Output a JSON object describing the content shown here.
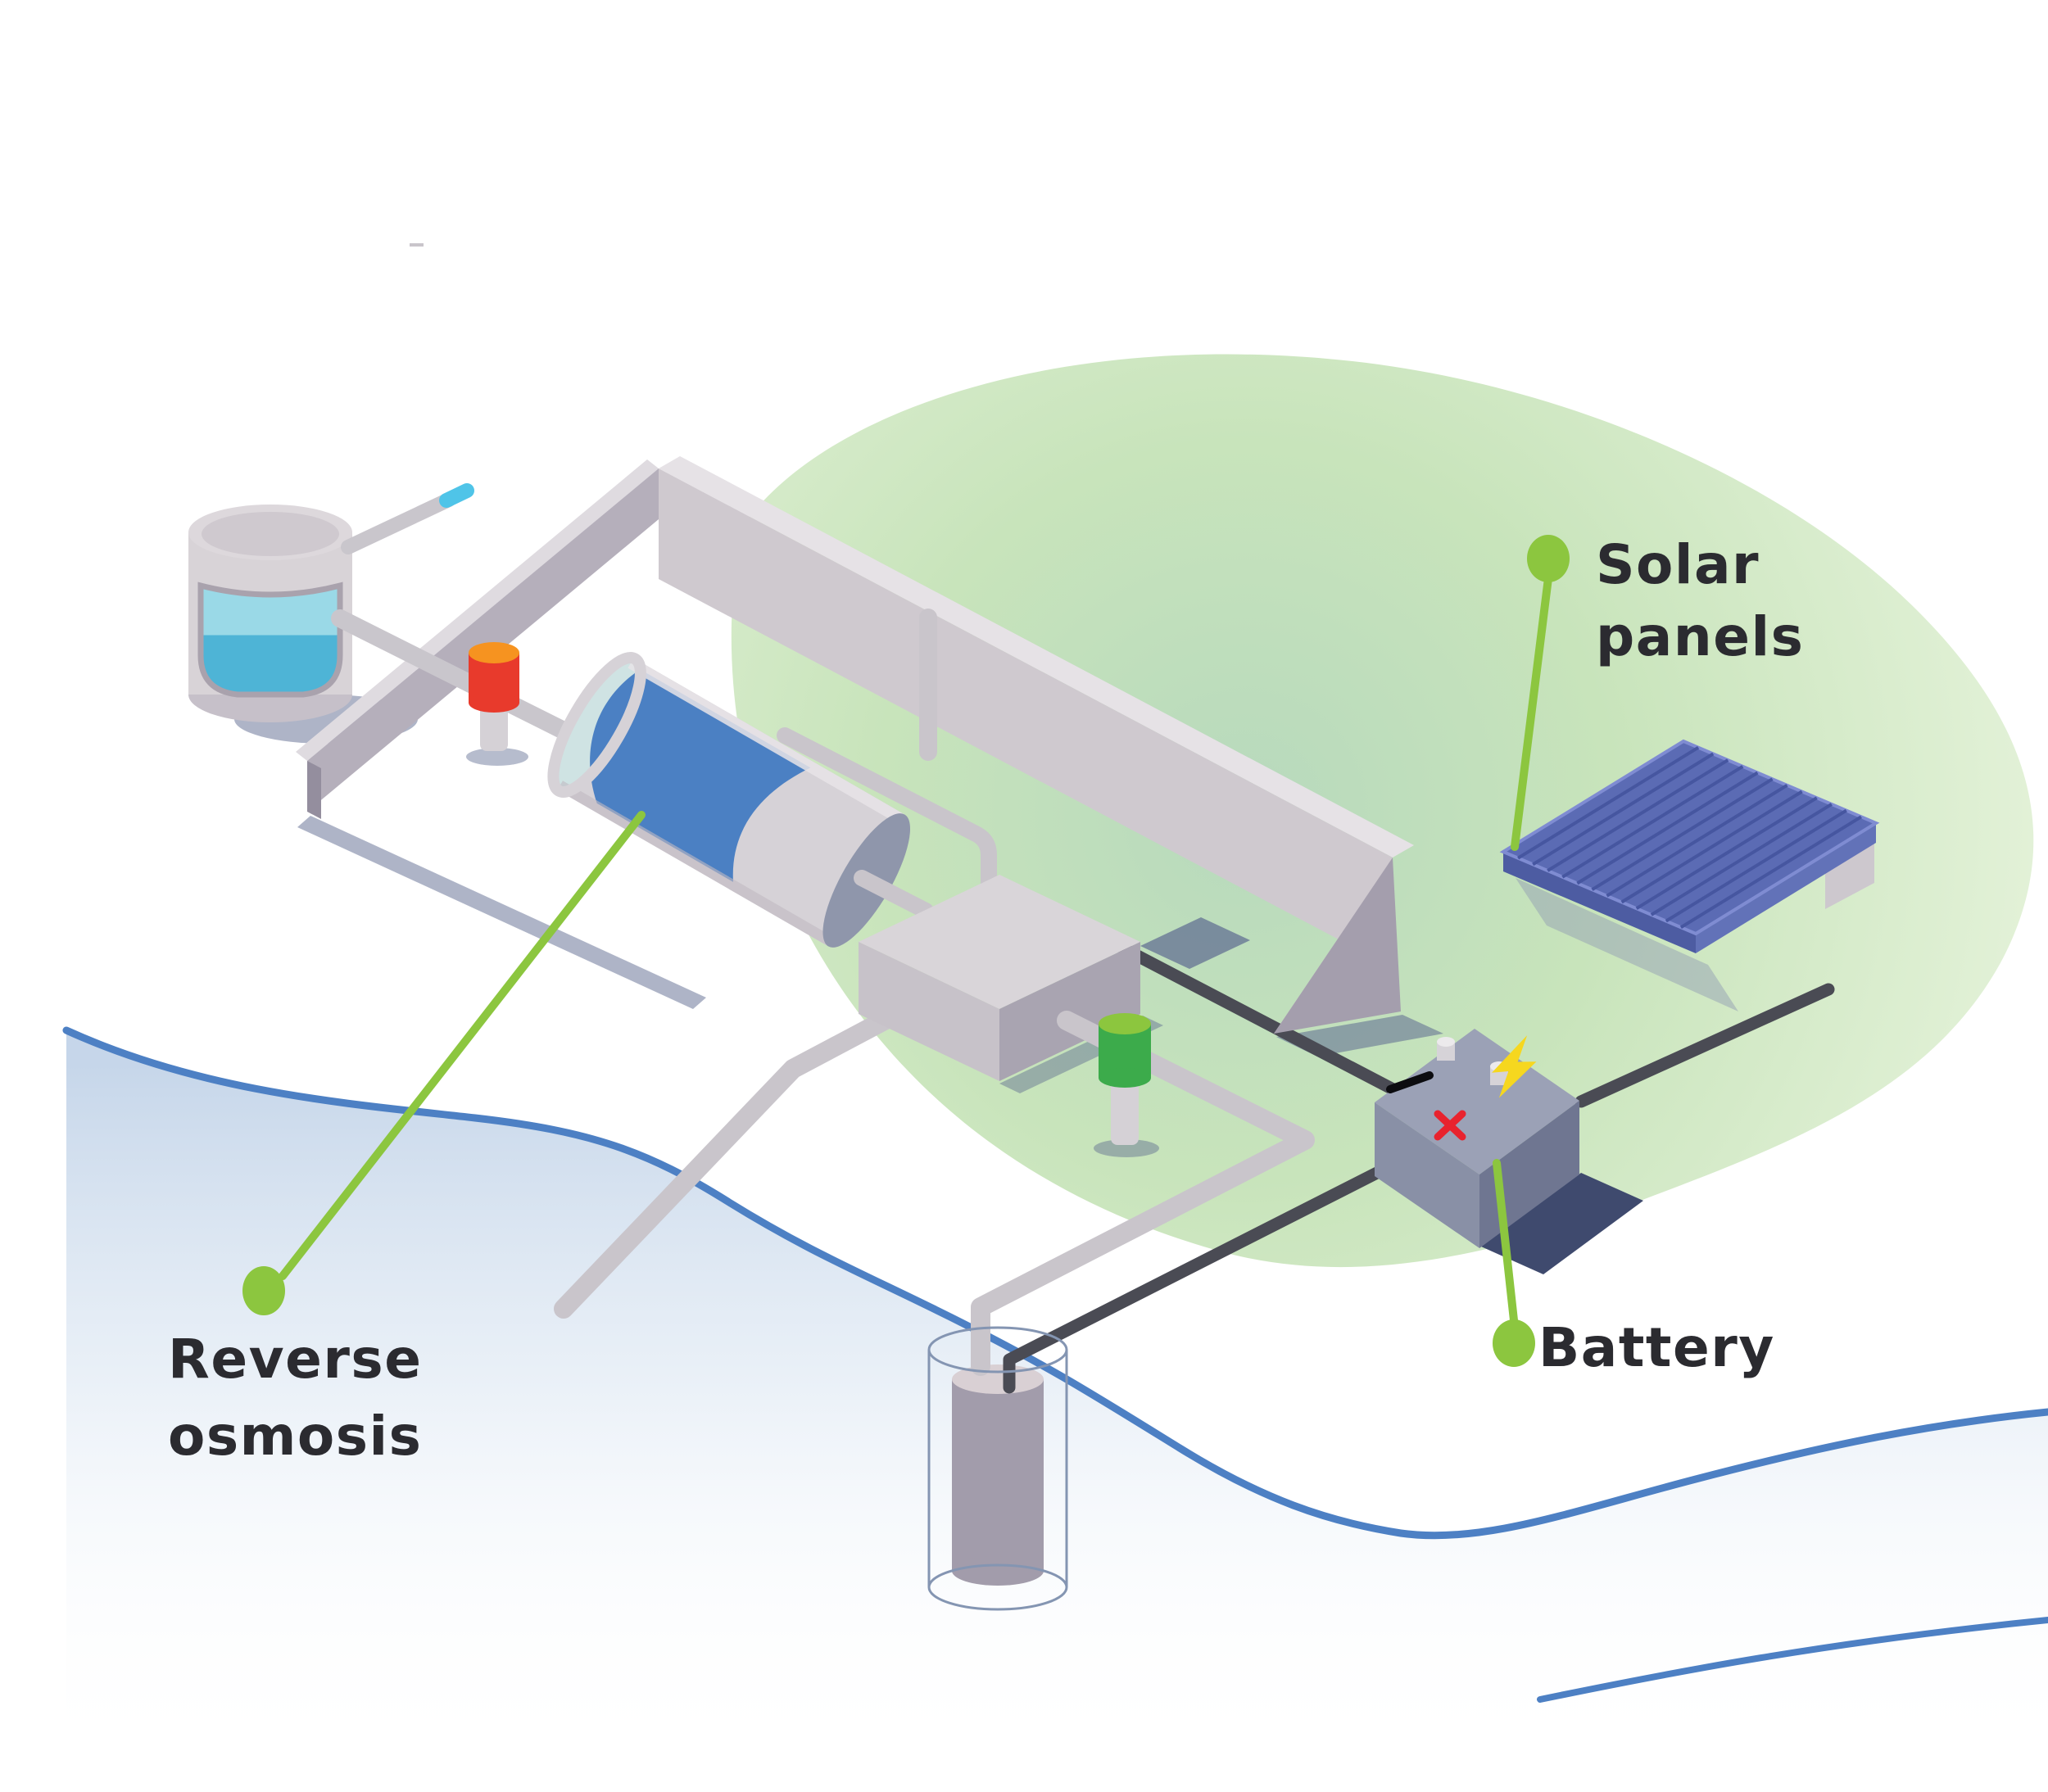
{
  "diagram": {
    "type": "isometric-illustration",
    "subject": "Solar-powered reverse osmosis water treatment system beside a river",
    "labels": {
      "solar_panels": {
        "line1": "Solar",
        "line2": "panels"
      },
      "battery": {
        "line1": "Battery"
      },
      "reverse_osmosis": {
        "line1": "Reverse",
        "line2": "osmosis"
      }
    },
    "components": [
      "storage-tank-with-water-window",
      "vent-pipe-with-cyan-tip",
      "orange-red-valve",
      "reverse-osmosis-membrane-cylinder",
      "retaining-wall-with-ramp-end",
      "pump-box",
      "green-valve",
      "borehole-well-with-ghost-casing",
      "battery-with-lightning-bolt",
      "solar-panel-array",
      "river-shoreline",
      "power-cables",
      "water-pipes"
    ],
    "colors": {
      "accent_green": "#8cc63f",
      "grass_green": "#c8e4bb",
      "shoreline_blue": "#4d80c4",
      "water_fill": "#c6d7ea",
      "membrane_blue": "#4b80c3",
      "panel_blue": "#5b6bb4",
      "pipe_gray": "#c9c5cb",
      "cable_dark": "#4a4b54",
      "wall_gray": "#cfc9cf",
      "battery_gray": "#9ba1b6",
      "shadow_navy": "#5d6a90",
      "valve_orange": "#f69320",
      "valve_red": "#e83a2c",
      "valve_green": "#3cab4b",
      "lightning_yellow": "#f6d71f",
      "tank_water_light": "#9ad9e7",
      "tank_water_deep": "#4eb4d6",
      "cyan_tip": "#4fc4e8",
      "label_text": "#2b2b30"
    }
  }
}
